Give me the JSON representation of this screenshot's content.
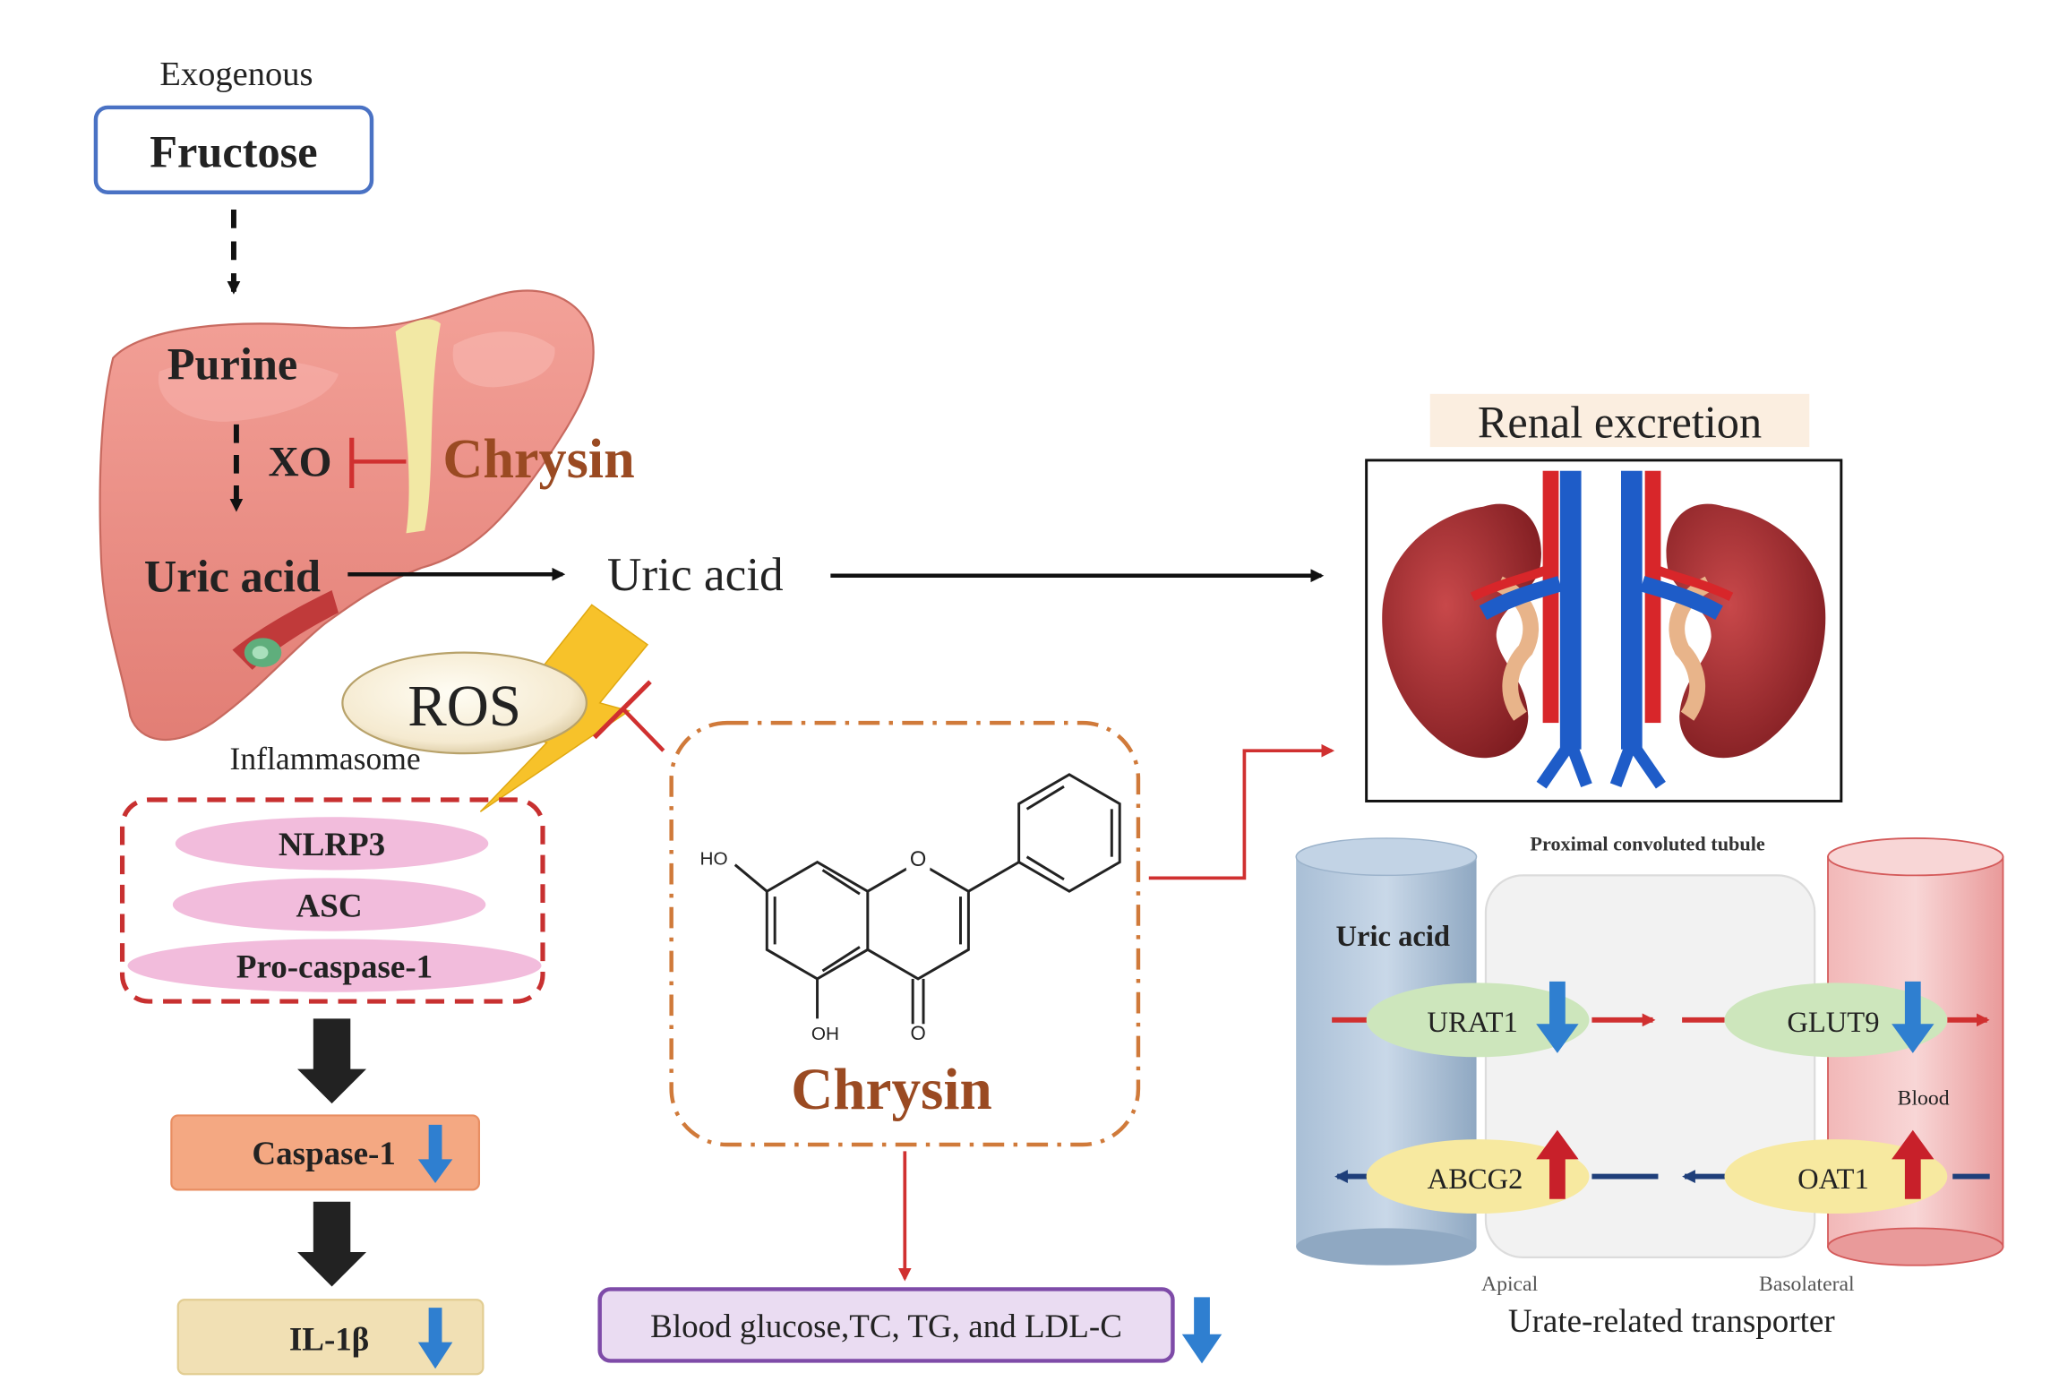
{
  "labels": {
    "exogenous": "Exogenous",
    "fructose": "Fructose",
    "purine": "Purine",
    "xo": "XO",
    "chrysin_liver": "Chrysin",
    "uric_acid_liver": "Uric acid",
    "uric_acid_mid": "Uric acid",
    "ros": "ROS",
    "inflammasome": "Inflammasome",
    "nlrp3": "NLRP3",
    "asc": "ASC",
    "pro_caspase": "Pro-caspase-1",
    "caspase": "Caspase-1",
    "il1b": "IL-1β",
    "chrysin_center": "Chrysin",
    "ho": "HO",
    "oh": "OH",
    "o_ring": "O",
    "o_carbonyl": "O",
    "blood_lipids": "Blood glucose,TC, TG, and LDL-C",
    "renal_excretion": "Renal excretion",
    "pct": "Proximal convoluted tubule",
    "uric_acid_tubule": "Uric acid",
    "urat1": "URAT1",
    "glut9": "GLUT9",
    "abcg2": "ABCG2",
    "oat1": "OAT1",
    "blood": "Blood",
    "apical": "Apical",
    "basolateral": "Basolateral",
    "urate_transporter": "Urate-related transporter"
  },
  "colors": {
    "fructose_border": "#4a72c4",
    "chrysin_text": "#9a4a22",
    "inhibit_red": "#d03030",
    "arrow_down_blue": "#2f7fd0",
    "arrow_up_red": "#c8202a",
    "inflammasome_border": "#c83030",
    "pill_pink": "#f2bcdc",
    "caspase_fill": "#f4a882",
    "il1b_fill": "#f1e0b4",
    "lipids_border": "#7e4ba8",
    "lipids_fill": "#eadcf2",
    "chrysin_box_border": "#d07a3a",
    "lightning": "#f7c22a",
    "liver": "#ec8a80",
    "transporter_green": "#cde6bc",
    "transporter_yellow": "#f7e9a0"
  },
  "icons": [
    "liver-image",
    "lightning-icon",
    "kidney-image",
    "chrysin-structure",
    "down-arrow-icon",
    "up-arrow-icon"
  ]
}
